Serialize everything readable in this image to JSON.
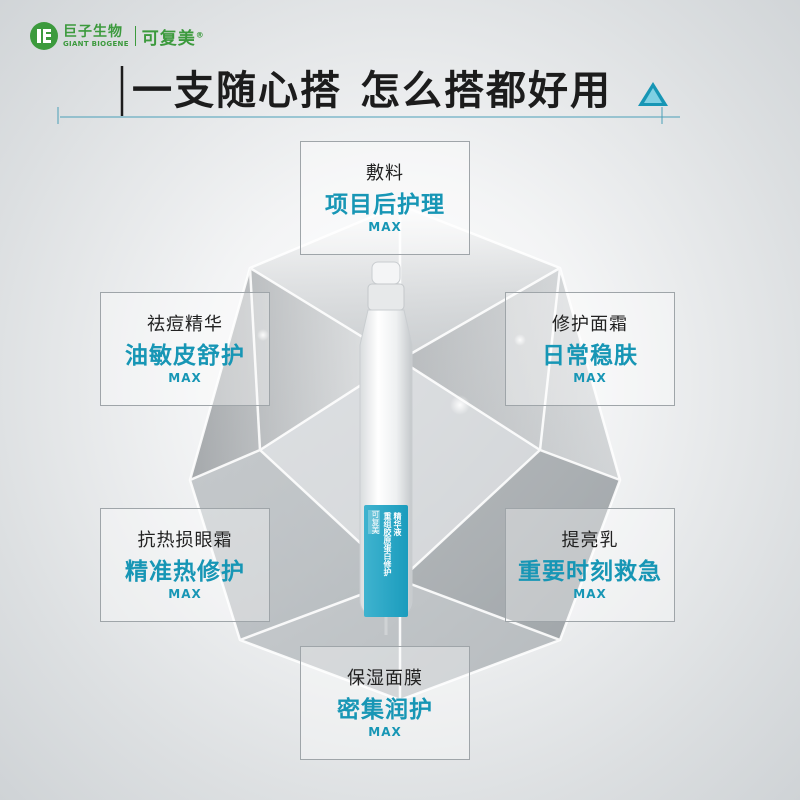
{
  "brand": {
    "name_cn": "巨子生物",
    "name_en": "GIANT BIOGENE",
    "product": "可复美",
    "registered": "®"
  },
  "headline": {
    "part1": "一支随心搭",
    "part2": "怎么搭都好用"
  },
  "vial": {
    "label_brand": "可复美",
    "label_line1": "重组胶原蛋白修护",
    "label_line2": "精华液"
  },
  "uses": [
    {
      "sub": "敷料",
      "main": "项目后护理",
      "tag": "MAX"
    },
    {
      "sub": "祛痘精华",
      "main": "油敏皮舒护",
      "tag": "MAX"
    },
    {
      "sub": "修护面霜",
      "main": "日常稳肤",
      "tag": "MAX"
    },
    {
      "sub": "抗热损眼霜",
      "main": "精准热修护",
      "tag": "MAX"
    },
    {
      "sub": "提亮乳",
      "main": "重要时刻救急",
      "tag": "MAX"
    },
    {
      "sub": "保湿面膜",
      "main": "密集润护",
      "tag": "MAX"
    }
  ],
  "colors": {
    "brand_green": "#3c9a3d",
    "accent_blue": "#1796b5",
    "headline": "#1c1c1c"
  }
}
